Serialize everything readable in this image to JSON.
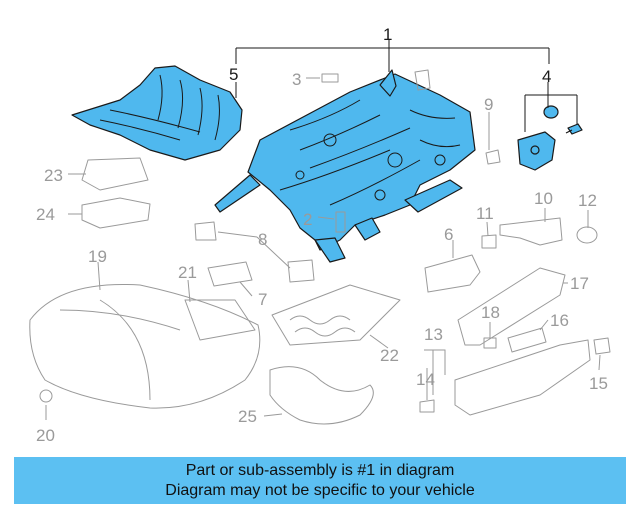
{
  "diagram": {
    "highlight_color": "#4fb8ee",
    "callouts": [
      {
        "id": "c1",
        "text": "1",
        "active": true
      },
      {
        "id": "c2",
        "text": "2",
        "active": false
      },
      {
        "id": "c3",
        "text": "3",
        "active": false
      },
      {
        "id": "c4",
        "text": "4",
        "active": true
      },
      {
        "id": "c5",
        "text": "5",
        "active": true
      },
      {
        "id": "c6",
        "text": "6",
        "active": false
      },
      {
        "id": "c7",
        "text": "7",
        "active": false
      },
      {
        "id": "c8",
        "text": "8",
        "active": false
      },
      {
        "id": "c9",
        "text": "9",
        "active": false
      },
      {
        "id": "c10",
        "text": "10",
        "active": false
      },
      {
        "id": "c11",
        "text": "11",
        "active": false
      },
      {
        "id": "c12",
        "text": "12",
        "active": false
      },
      {
        "id": "c13",
        "text": "13",
        "active": false
      },
      {
        "id": "c14",
        "text": "14",
        "active": false
      },
      {
        "id": "c15",
        "text": "15",
        "active": false
      },
      {
        "id": "c16",
        "text": "16",
        "active": false
      },
      {
        "id": "c17",
        "text": "17",
        "active": false
      },
      {
        "id": "c18",
        "text": "18",
        "active": false
      },
      {
        "id": "c19",
        "text": "19",
        "active": false
      },
      {
        "id": "c20",
        "text": "20",
        "active": false
      },
      {
        "id": "c21",
        "text": "21",
        "active": false
      },
      {
        "id": "c22",
        "text": "22",
        "active": false
      },
      {
        "id": "c23",
        "text": "23",
        "active": false
      },
      {
        "id": "c24",
        "text": "24",
        "active": false
      },
      {
        "id": "c25",
        "text": "25",
        "active": false
      }
    ]
  },
  "banner": {
    "line1": "Part or sub-assembly is #1 in diagram",
    "line2": "Diagram may not be specific to your vehicle",
    "color": "#5cc0f2"
  }
}
